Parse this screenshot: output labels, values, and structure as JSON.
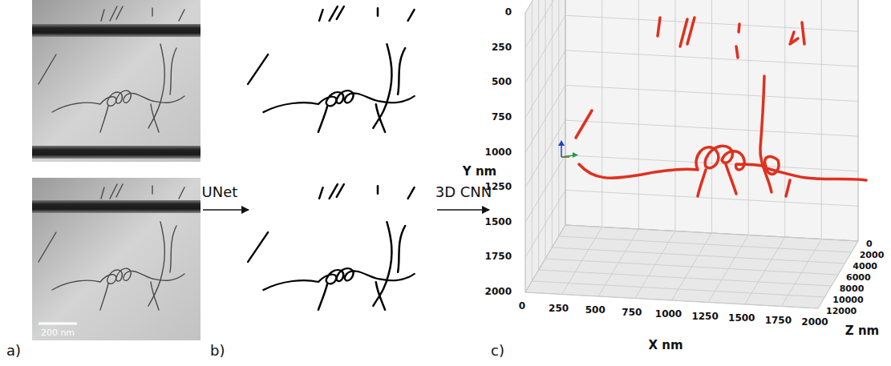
{
  "diagram": {
    "labels": [
      "a)",
      "200 nm",
      "UNet",
      "b)",
      "3D CNN",
      "c)",
      "0",
      "250",
      "500",
      "750",
      "1000",
      "1250",
      "1500",
      "1750",
      "2000",
      "Y nm",
      "0",
      "250",
      "500",
      "750",
      "1000",
      "1250",
      "1500",
      "1750",
      "2000",
      "X nm",
      "0",
      "2000",
      "4000",
      "6000",
      "8000",
      "10000",
      "12000",
      "Z nm"
    ]
  }
}
